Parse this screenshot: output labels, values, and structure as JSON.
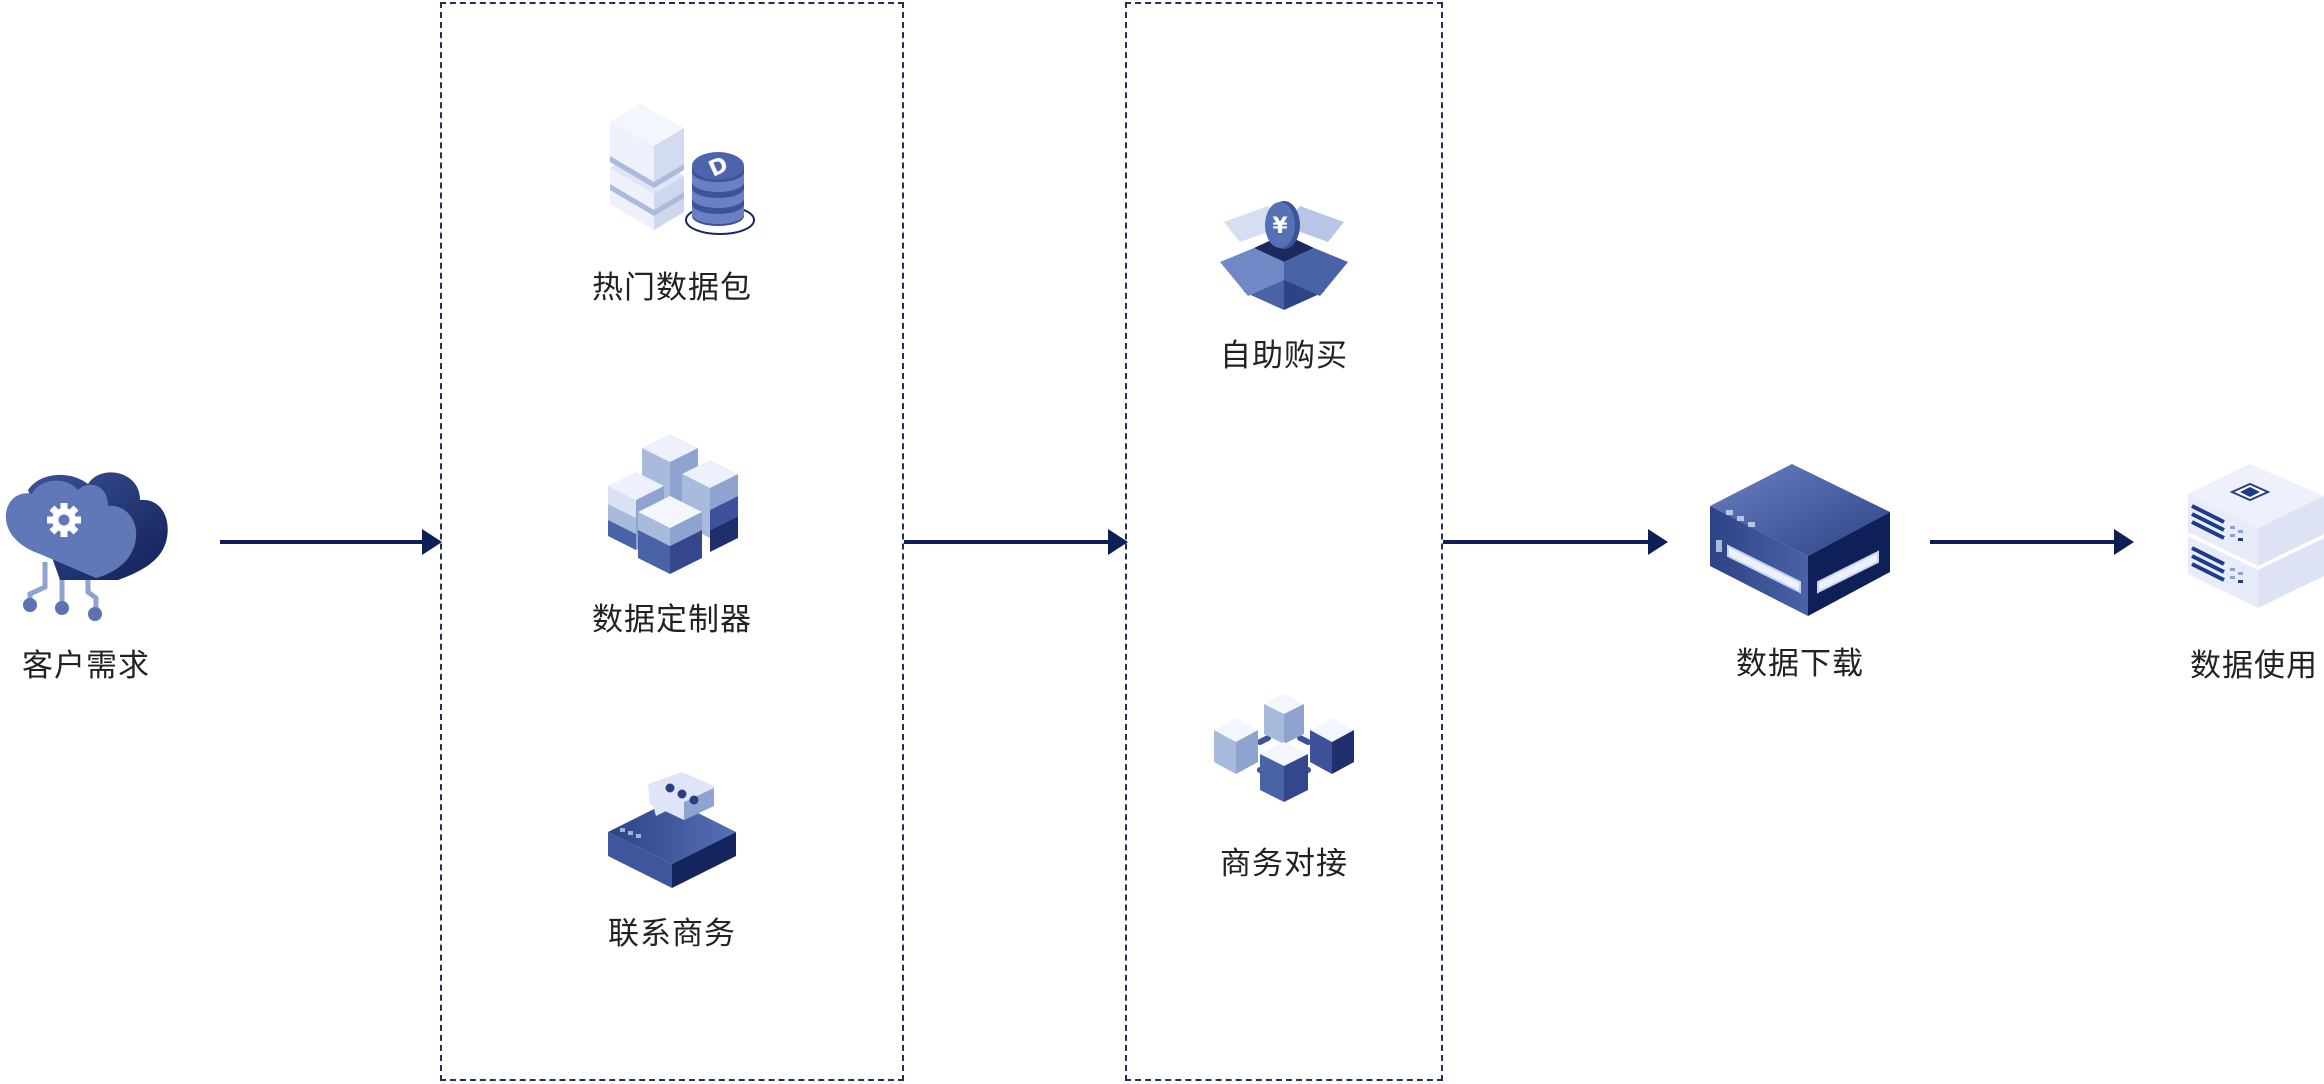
{
  "diagram": {
    "type": "flow",
    "direction": "left-to-right",
    "colors": {
      "arrow": "#0d1f54",
      "dashed_border": "#22305a",
      "icon_dark": "#1e2f6b",
      "icon_mid": "#4a62a6",
      "icon_light": "#a9bbdc",
      "icon_pale": "#eef1fb",
      "label_text": "#222222"
    },
    "nodes": [
      {
        "id": "customer-demand",
        "label": "客户需求",
        "icon": "cloud-gear-icon"
      },
      {
        "id": "hot-data-package",
        "label": "热门数据包",
        "icon": "database-coin-icon",
        "group": "options"
      },
      {
        "id": "data-customizer",
        "label": "数据定制器",
        "icon": "cube-cluster-icon",
        "group": "options"
      },
      {
        "id": "contact-business",
        "label": "联系商务",
        "icon": "chat-box-icon",
        "group": "options"
      },
      {
        "id": "self-purchase",
        "label": "自助购买",
        "icon": "open-box-coin-icon",
        "group": "channels"
      },
      {
        "id": "business-docking",
        "label": "商务对接",
        "icon": "linked-cubes-icon",
        "group": "channels"
      },
      {
        "id": "data-download",
        "label": "数据下载",
        "icon": "storage-device-icon"
      },
      {
        "id": "data-usage",
        "label": "数据使用",
        "icon": "server-stack-icon"
      }
    ],
    "groups": [
      {
        "id": "options",
        "members": [
          "热门数据包",
          "数据定制器",
          "联系商务"
        ],
        "border": "dashed"
      },
      {
        "id": "channels",
        "members": [
          "自助购买",
          "商务对接"
        ],
        "border": "dashed"
      }
    ],
    "edges": [
      {
        "from": "客户需求",
        "to": "options"
      },
      {
        "from": "options",
        "to": "channels"
      },
      {
        "from": "channels",
        "to": "数据下载"
      },
      {
        "from": "数据下载",
        "to": "数据使用"
      }
    ]
  }
}
